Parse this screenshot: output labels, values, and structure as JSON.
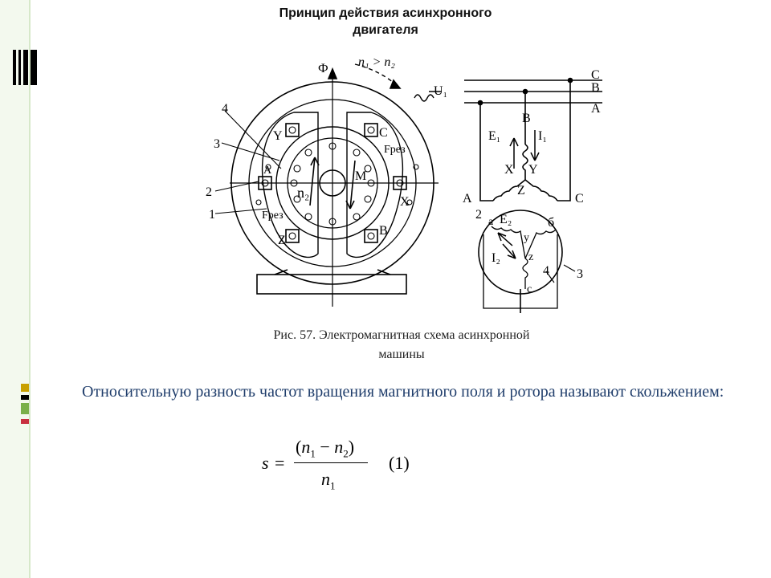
{
  "title": {
    "line1": "Принцип действия асинхронного",
    "line2": "двигателя"
  },
  "figure": {
    "labels": {
      "phi": "Ф",
      "speed": "n₁ > n₂",
      "u1": "U₁",
      "lineC": "C",
      "lineB": "B",
      "lineA": "A",
      "num4": "4",
      "num3": "3",
      "num2": "2",
      "num1": "1",
      "Y": "Y",
      "A": "A",
      "Z": "Z",
      "C": "C",
      "X": "X",
      "B": "B",
      "fres_top": "Fрез",
      "fres_bottom": "Fрез",
      "M": "M",
      "n2": "n₂",
      "E1": "E₁",
      "I1": "I₁",
      "sB": "B",
      "sX": "X",
      "sY": "Y",
      "sZ": "Z",
      "sA": "A",
      "sC": "C",
      "r2": "2",
      "ra": "a",
      "E2": "E₂",
      "rb": "б",
      "ry": "y",
      "rz": "z",
      "I2": "I₂",
      "r4": "4",
      "r3": "3",
      "rc": "c"
    }
  },
  "caption": {
    "line1": "Рис. 57. Электромагнитная схема асинхронной",
    "line2": "машины"
  },
  "body": {
    "text": "Относительную разность частот вращения магнитного поля и ротора называют скольжением:"
  },
  "formula": {
    "lhs": "s",
    "eq": "=",
    "num_open": "(",
    "n1": "n",
    "sub1": "1",
    "minus": " − ",
    "n2": "n",
    "sub2": "2",
    "num_close": ")",
    "den_n": "n",
    "den_sub": "1",
    "number": "(1)"
  },
  "colors": {
    "accent": "#1f3d6b",
    "band": "#f3f9ee"
  }
}
